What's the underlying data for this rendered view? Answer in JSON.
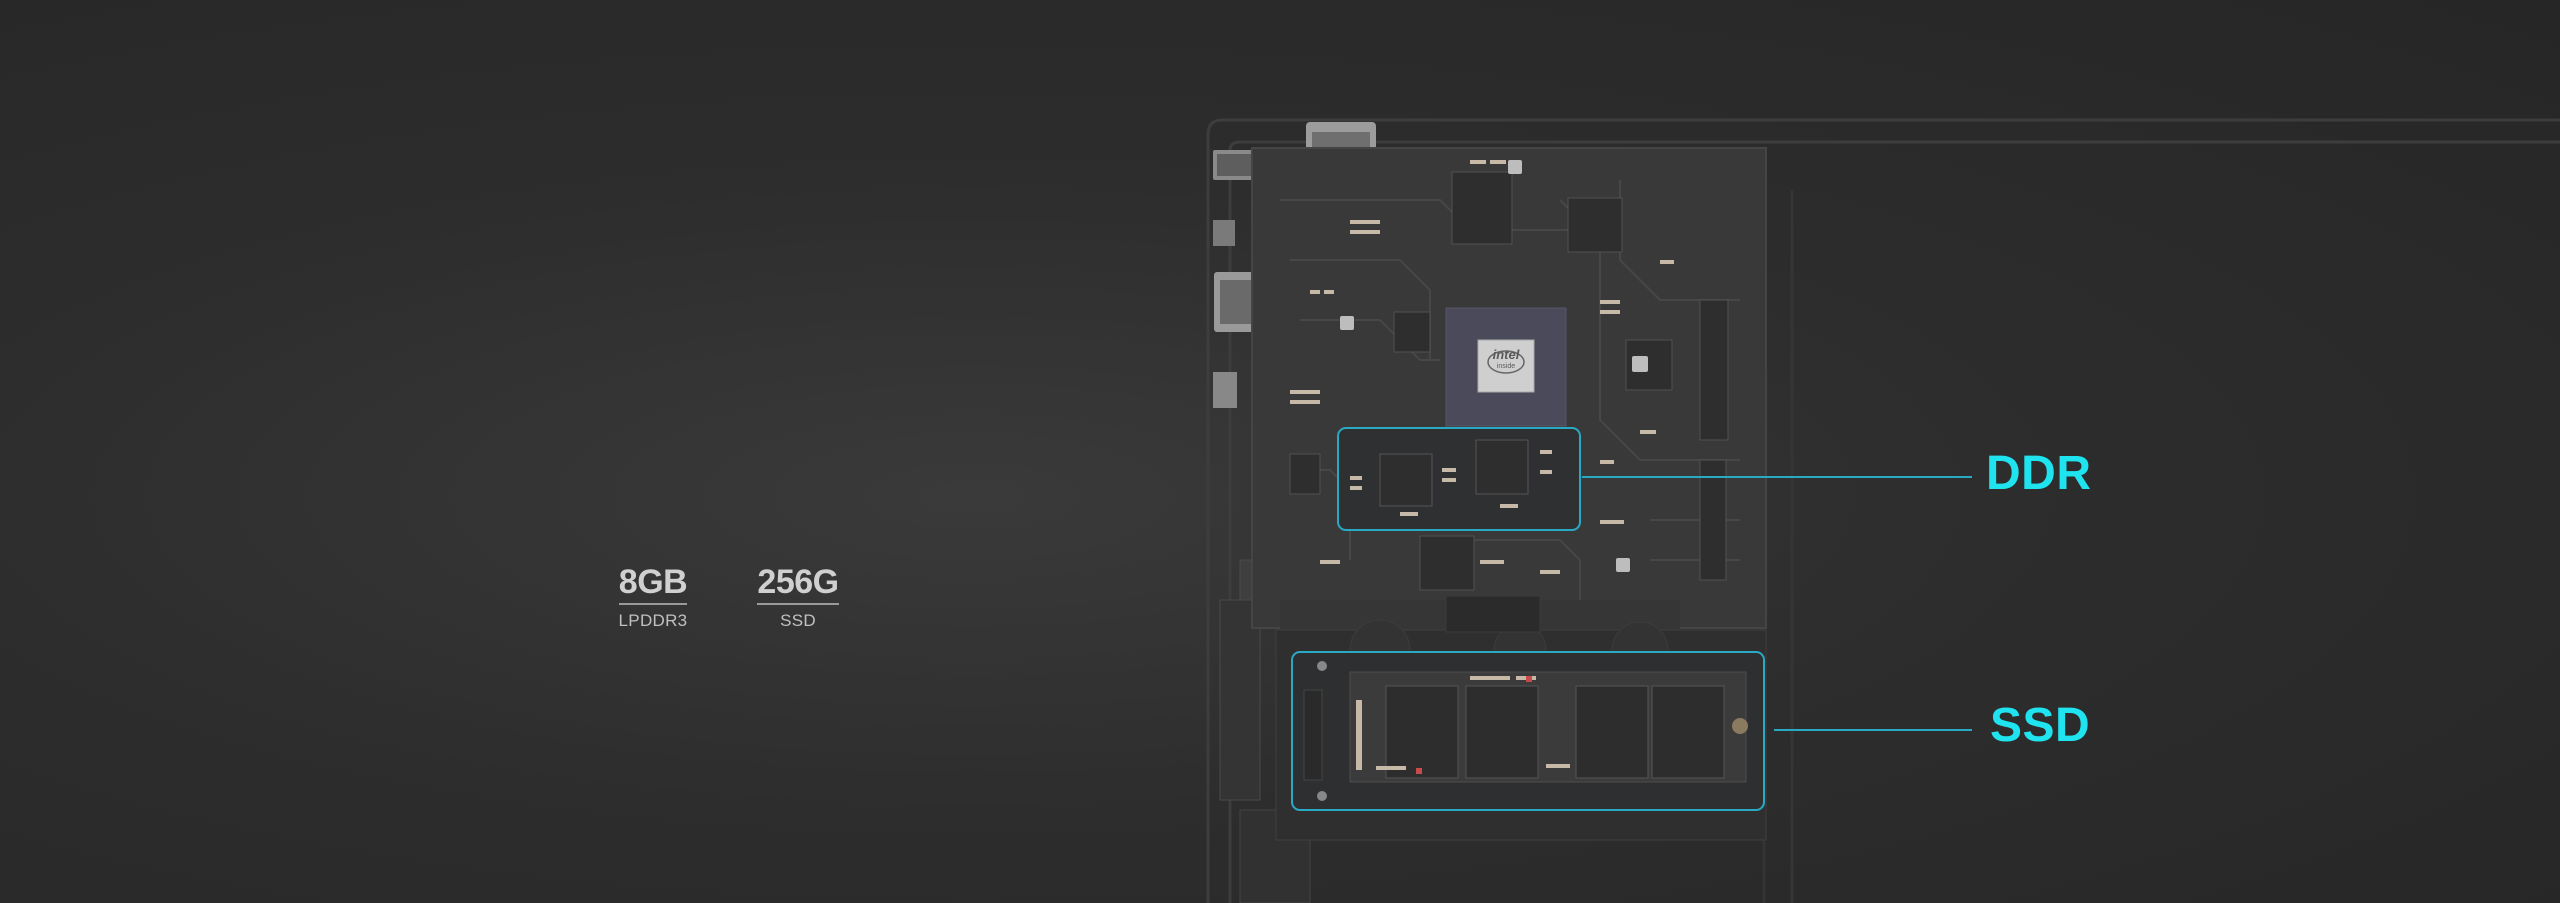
{
  "specs": {
    "memory": {
      "value": "8GB",
      "type": "LPDDR3"
    },
    "storage": {
      "value": "256G",
      "type": "SSD"
    }
  },
  "callouts": {
    "ddr": "DDR",
    "ssd": "SSD"
  },
  "cpu_logo": {
    "brand": "intel",
    "sub": "inside"
  },
  "colors": {
    "accent": "#1fe3ef",
    "highlight_line": "#2aa9c4",
    "background": "#2d2d2d",
    "board": "#3a3a3a"
  }
}
